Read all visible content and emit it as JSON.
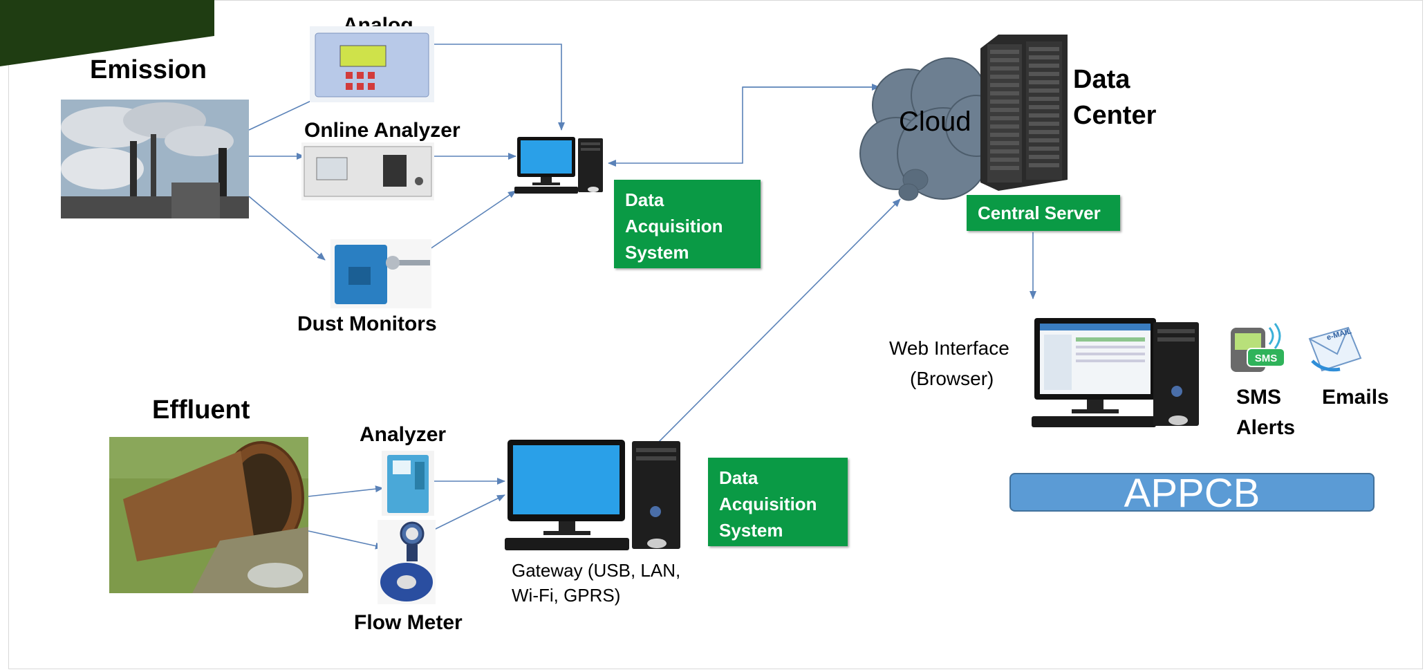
{
  "diagram": {
    "emission": {
      "heading": "Emission",
      "analog_label": "Analog",
      "online_analyzer_label": "Online Analyzer",
      "dust_monitors_label": "Dust Monitors",
      "das_box": [
        "Data",
        "Acquisition",
        "System"
      ]
    },
    "effluent": {
      "heading": "Effluent",
      "analyzer_label": "Analyzer",
      "flow_meter_label": "Flow Meter",
      "das_box": [
        "Data",
        "Acquisition",
        "System"
      ],
      "gateway_line1": "Gateway (USB, LAN,",
      "gateway_line2": "Wi-Fi, GPRS)"
    },
    "cloud_label": "Cloud",
    "data_center_line1": "Data",
    "data_center_line2": "Center",
    "central_server_label": "Central Server",
    "web_interface_line1": "Web Interface",
    "web_interface_line2": "(Browser)",
    "sms_line1": "SMS",
    "sms_line2": "Alerts",
    "sms_icon_text": "SMS",
    "emails_label": "Emails",
    "email_icon_text": "e-MAIL",
    "org_label": "APPCB",
    "colors": {
      "corner": "#1f3d12",
      "green_box": "#0a9a45",
      "appcb_fill": "#5b9bd5",
      "cloud_fill": "#6d7f91",
      "arrow": "#5a82b8"
    }
  }
}
